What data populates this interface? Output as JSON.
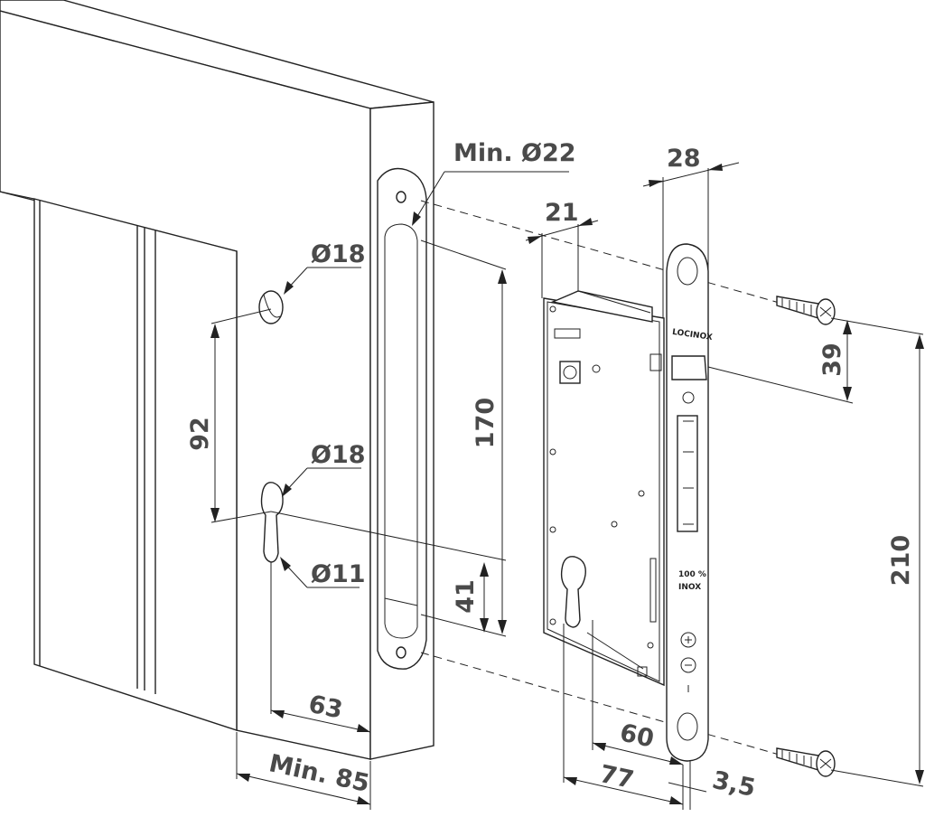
{
  "labels": {
    "min_dia_22": "Min. Ø22",
    "dia_18_top": "Ø18",
    "dia_18_mid": "Ø18",
    "dia_11": "Ø11",
    "dim_92": "92",
    "dim_170": "170",
    "dim_41": "41",
    "dim_63": "63",
    "min_85": "Min. 85",
    "dim_21": "21",
    "dim_28": "28",
    "dim_39": "39",
    "dim_210": "210",
    "dim_60": "60",
    "dim_77": "77",
    "dim_3_5": "3,5"
  },
  "faceplate": {
    "brand": "LOCINOX",
    "material_line1": "100 %",
    "material_line2": "INOX"
  }
}
